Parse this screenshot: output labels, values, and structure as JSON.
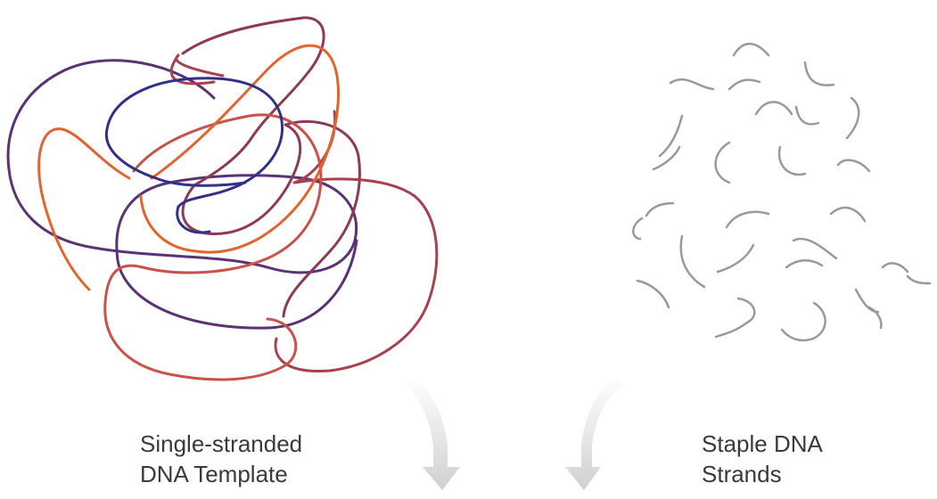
{
  "labels": {
    "template": [
      "Single-stranded",
      "DNA Template"
    ],
    "staples": [
      "Staple DNA",
      "Strands"
    ]
  },
  "colors": {
    "background": "#ffffff",
    "label_text": "#3a3a3a",
    "staple_strand": "#9a9a9a",
    "arrow": "#d0d0d0",
    "template_loops": [
      "#5a3275",
      "#8f3a55",
      "#a8404f",
      "#c9524a",
      "#e2652e",
      "#33308a"
    ]
  }
}
